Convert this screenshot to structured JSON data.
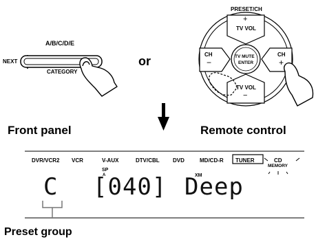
{
  "front_panel": {
    "knob_label": "A/B/C/D/E",
    "next_label": "NEXT",
    "category_label": "CATEGORY",
    "caption": "Front panel"
  },
  "connector": "or",
  "remote": {
    "preset_label": "PRESET/CH",
    "tv_vol_top": "TV VOL",
    "tv_vol_bottom": "TV VOL",
    "plus_top": "+",
    "minus_bottom": "−",
    "ch_left": "CH",
    "ch_left_sign": "−",
    "ch_right": "CH",
    "ch_right_sign": "+",
    "center_line1": "TV MUTE",
    "center_line2": "ENTER",
    "caption": "Remote control"
  },
  "display": {
    "sources": [
      "DVR/VCR2",
      "VCR",
      "V-AUX",
      "DTV/CBL",
      "DVD",
      "MD/CD-R",
      "TUNER",
      "CD"
    ],
    "selected_source": "TUNER",
    "sp_label": "SP",
    "a_label": "A",
    "xm_label": "XM",
    "memory_label": "MEMORY",
    "group_char": "C",
    "channel": "[040]",
    "name": "Deep"
  },
  "preset_group_caption": "Preset group",
  "colors": {
    "ink": "#000000",
    "background": "#ffffff",
    "frame": "#555555"
  }
}
